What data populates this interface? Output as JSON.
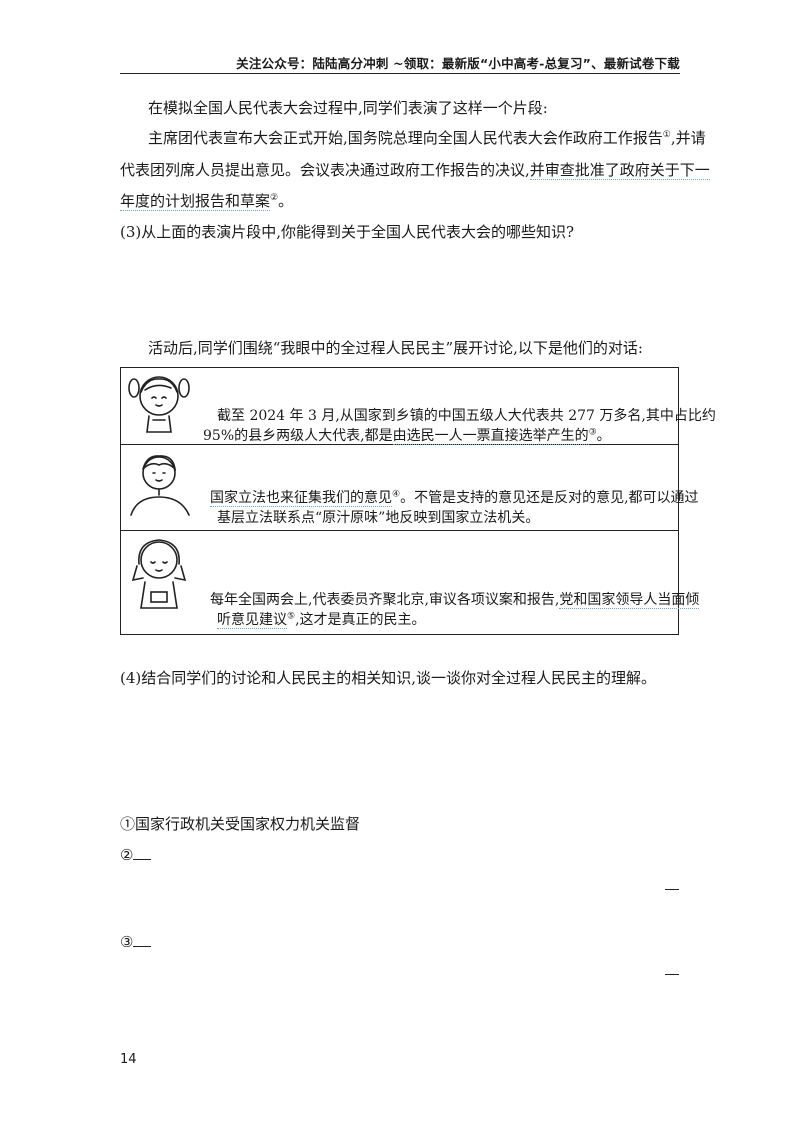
{
  "header": {
    "text": "关注公众号：陆陆高分冲刺 ~领取：最新版“小中高考-总复习”、最新试卷下载"
  },
  "intro": {
    "lead": "在模拟全国人民代表大会过程中,同学们表演了这样一个片段:",
    "line1_pre": "主席团代表宣布大会正式开始,国务院总理向全国人民代表大会作政府工作报告",
    "mark1": "①",
    "line1_post": ",并请",
    "line2_pre": "代表团列席人员提出意见。会议表决通过政府工作报告的决议,",
    "line2_u": "并审查批准了政府关于下一",
    "line3_u": "年度的计划报告和草案",
    "mark2": "②",
    "line3_post": "。"
  },
  "question3": "(3)从上面的表演片段中,你能得到关于全国人民代表大会的哪些知识?",
  "activity": "活动后,同学们围绕“我眼中的全过程人民民主”展开讨论,以下是他们的对话:",
  "dialog": [
    {
      "avatar": "girl-pigtails-avatar",
      "line1": "截至 2024 年 3 月,从国家到乡镇的中国五级人大代表共 277 万多名,其中占比约",
      "line2_pre": "95%的县乡两级人大代表,都是",
      "line2_u": "由选民一人一票直接选举产生的",
      "mark": "③",
      "line2_post": "。"
    },
    {
      "avatar": "boy-avatar",
      "line1_u": "国家立法也来征集我们的意见",
      "mark": "④",
      "line1_post": "。不管是支持的意见还是反对的意见,都可以通过",
      "line2": "基层立法联系点“原汁原味”地反映到国家立法机关。"
    },
    {
      "avatar": "girl-bob-avatar",
      "line1_pre": "每年全国两会上,代表委员齐聚北京,审议各项议案和报告,",
      "line1_u": "党和国家领导人当面倾",
      "line2_u": "听意见建议",
      "mark": "⑤",
      "line2_post": ",这才是真正的民主。"
    }
  ],
  "question4": "(4)结合同学们的讨论和人民民主的相关知识,谈一谈你对全过程人民民主的理解。",
  "answers": {
    "a1": "①国家行政机关受国家权力机关监督",
    "a2": "②",
    "a3": "③"
  },
  "page_number": "14"
}
